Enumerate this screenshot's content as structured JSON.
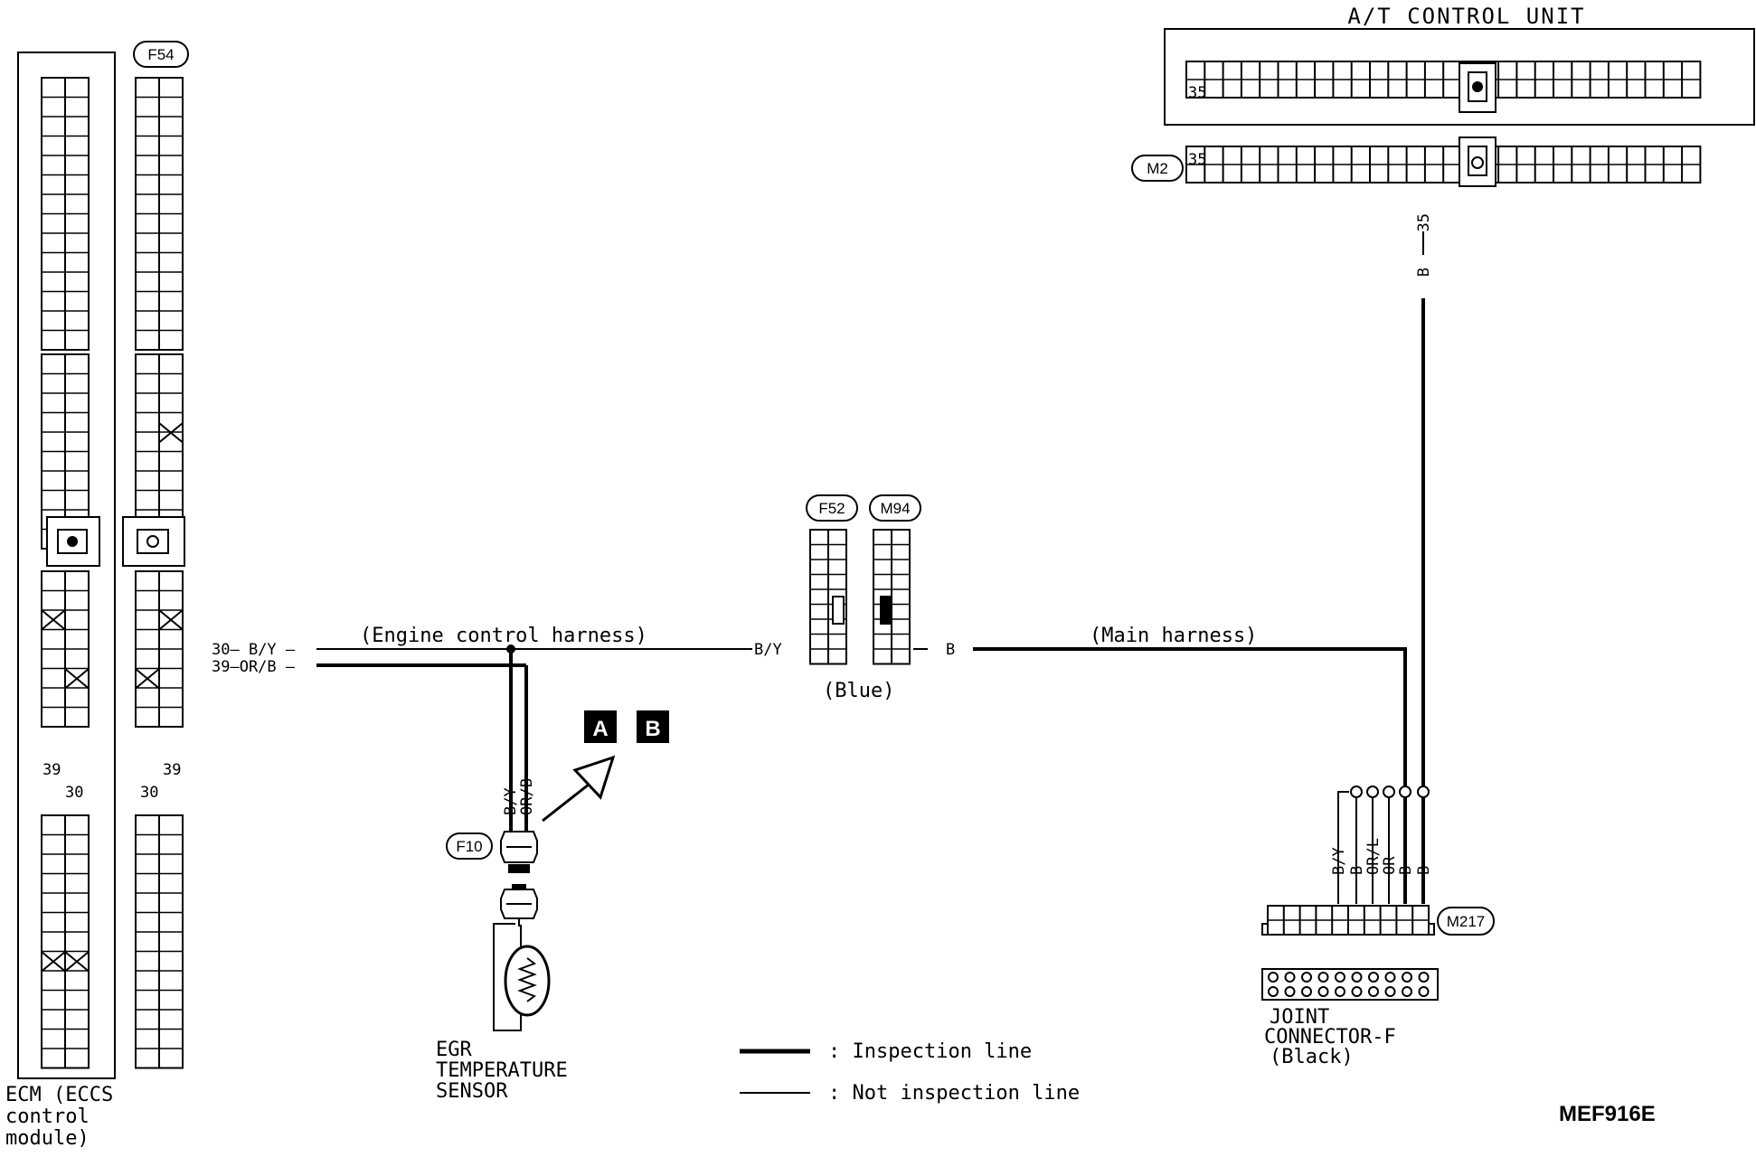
{
  "ecm": {
    "label_lines": [
      "ECM (ECCS",
      "control",
      "module)"
    ],
    "pin_39": "39",
    "pin_30": "30"
  },
  "f54": {
    "id": "F54",
    "pin_39": "39",
    "pin_30": "30"
  },
  "wires_left": {
    "w30": "30— B/Y —",
    "w39": "39—OR/B —"
  },
  "harness": {
    "engine": "(Engine control harness)",
    "main": "(Main harness)"
  },
  "connector_f52": {
    "id": "F52",
    "wire": "B/Y"
  },
  "connector_m94": {
    "id": "M94",
    "wire": "B"
  },
  "connector_color_blue": "(Blue)",
  "at_unit": {
    "title": "A/T CONTROL UNIT",
    "pin": "35"
  },
  "m2": {
    "id": "M2",
    "pin": "35"
  },
  "vertical_wire": {
    "pin": "35",
    "color": "B"
  },
  "egr": {
    "wire_by": "B/Y",
    "wire_orb": "OR/B",
    "connector": "F10",
    "label_lines": [
      "EGR",
      "TEMPERATURE",
      "SENSOR"
    ],
    "code_a": "A",
    "code_b": "B"
  },
  "joint": {
    "connector": "M217",
    "wires": [
      "B/Y",
      "B",
      "OR/L",
      "OR",
      "B",
      "B"
    ],
    "label_lines": [
      "JOINT",
      "CONNECTOR-F",
      "(Black)"
    ]
  },
  "legend": {
    "inspection": ": Inspection line",
    "not_inspection": ": Not inspection line"
  },
  "ref_code": "MEF916E"
}
